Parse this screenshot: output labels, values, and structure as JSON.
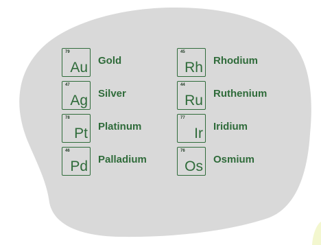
{
  "elements_left": [
    {
      "number": "79",
      "symbol": "Au",
      "name": "Gold"
    },
    {
      "number": "47",
      "symbol": "Ag",
      "name": "Silver"
    },
    {
      "number": "78",
      "symbol": "Pt",
      "name": "Platinum"
    },
    {
      "number": "46",
      "symbol": "Pd",
      "name": "Palladium"
    }
  ],
  "elements_right": [
    {
      "number": "45",
      "symbol": "Rh",
      "name": "Rhodium"
    },
    {
      "number": "44",
      "symbol": "Ru",
      "name": "Ruthenium"
    },
    {
      "number": "77",
      "symbol": "Ir",
      "name": "Iridium"
    },
    {
      "number": "76",
      "symbol": "Os",
      "name": "Osmium"
    }
  ],
  "colors": {
    "blob": "#d9d9d9",
    "accent": "#2f6b3a",
    "corner_highlight": "#f3f7cf"
  }
}
